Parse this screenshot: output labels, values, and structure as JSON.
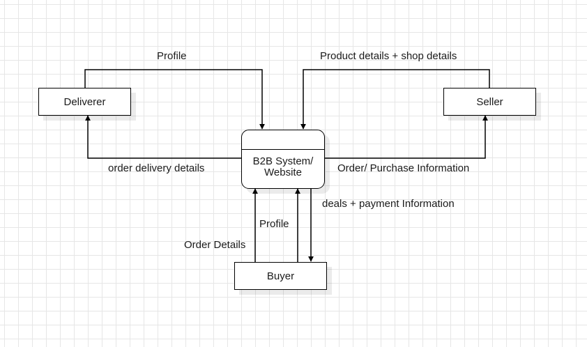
{
  "entities": {
    "deliverer": "Deliverer",
    "seller": "Seller",
    "buyer": "Buyer"
  },
  "process": {
    "name": "B2B System/\nWebsite"
  },
  "flows": {
    "deliverer_to_system": "Profile",
    "seller_to_system": "Product details + shop details",
    "system_to_deliverer": "order delivery details",
    "system_to_seller": "Order/ Purchase Information",
    "system_to_buyer": "deals + payment Information",
    "buyer_profile": "Profile",
    "buyer_order_details": "Order Details"
  }
}
